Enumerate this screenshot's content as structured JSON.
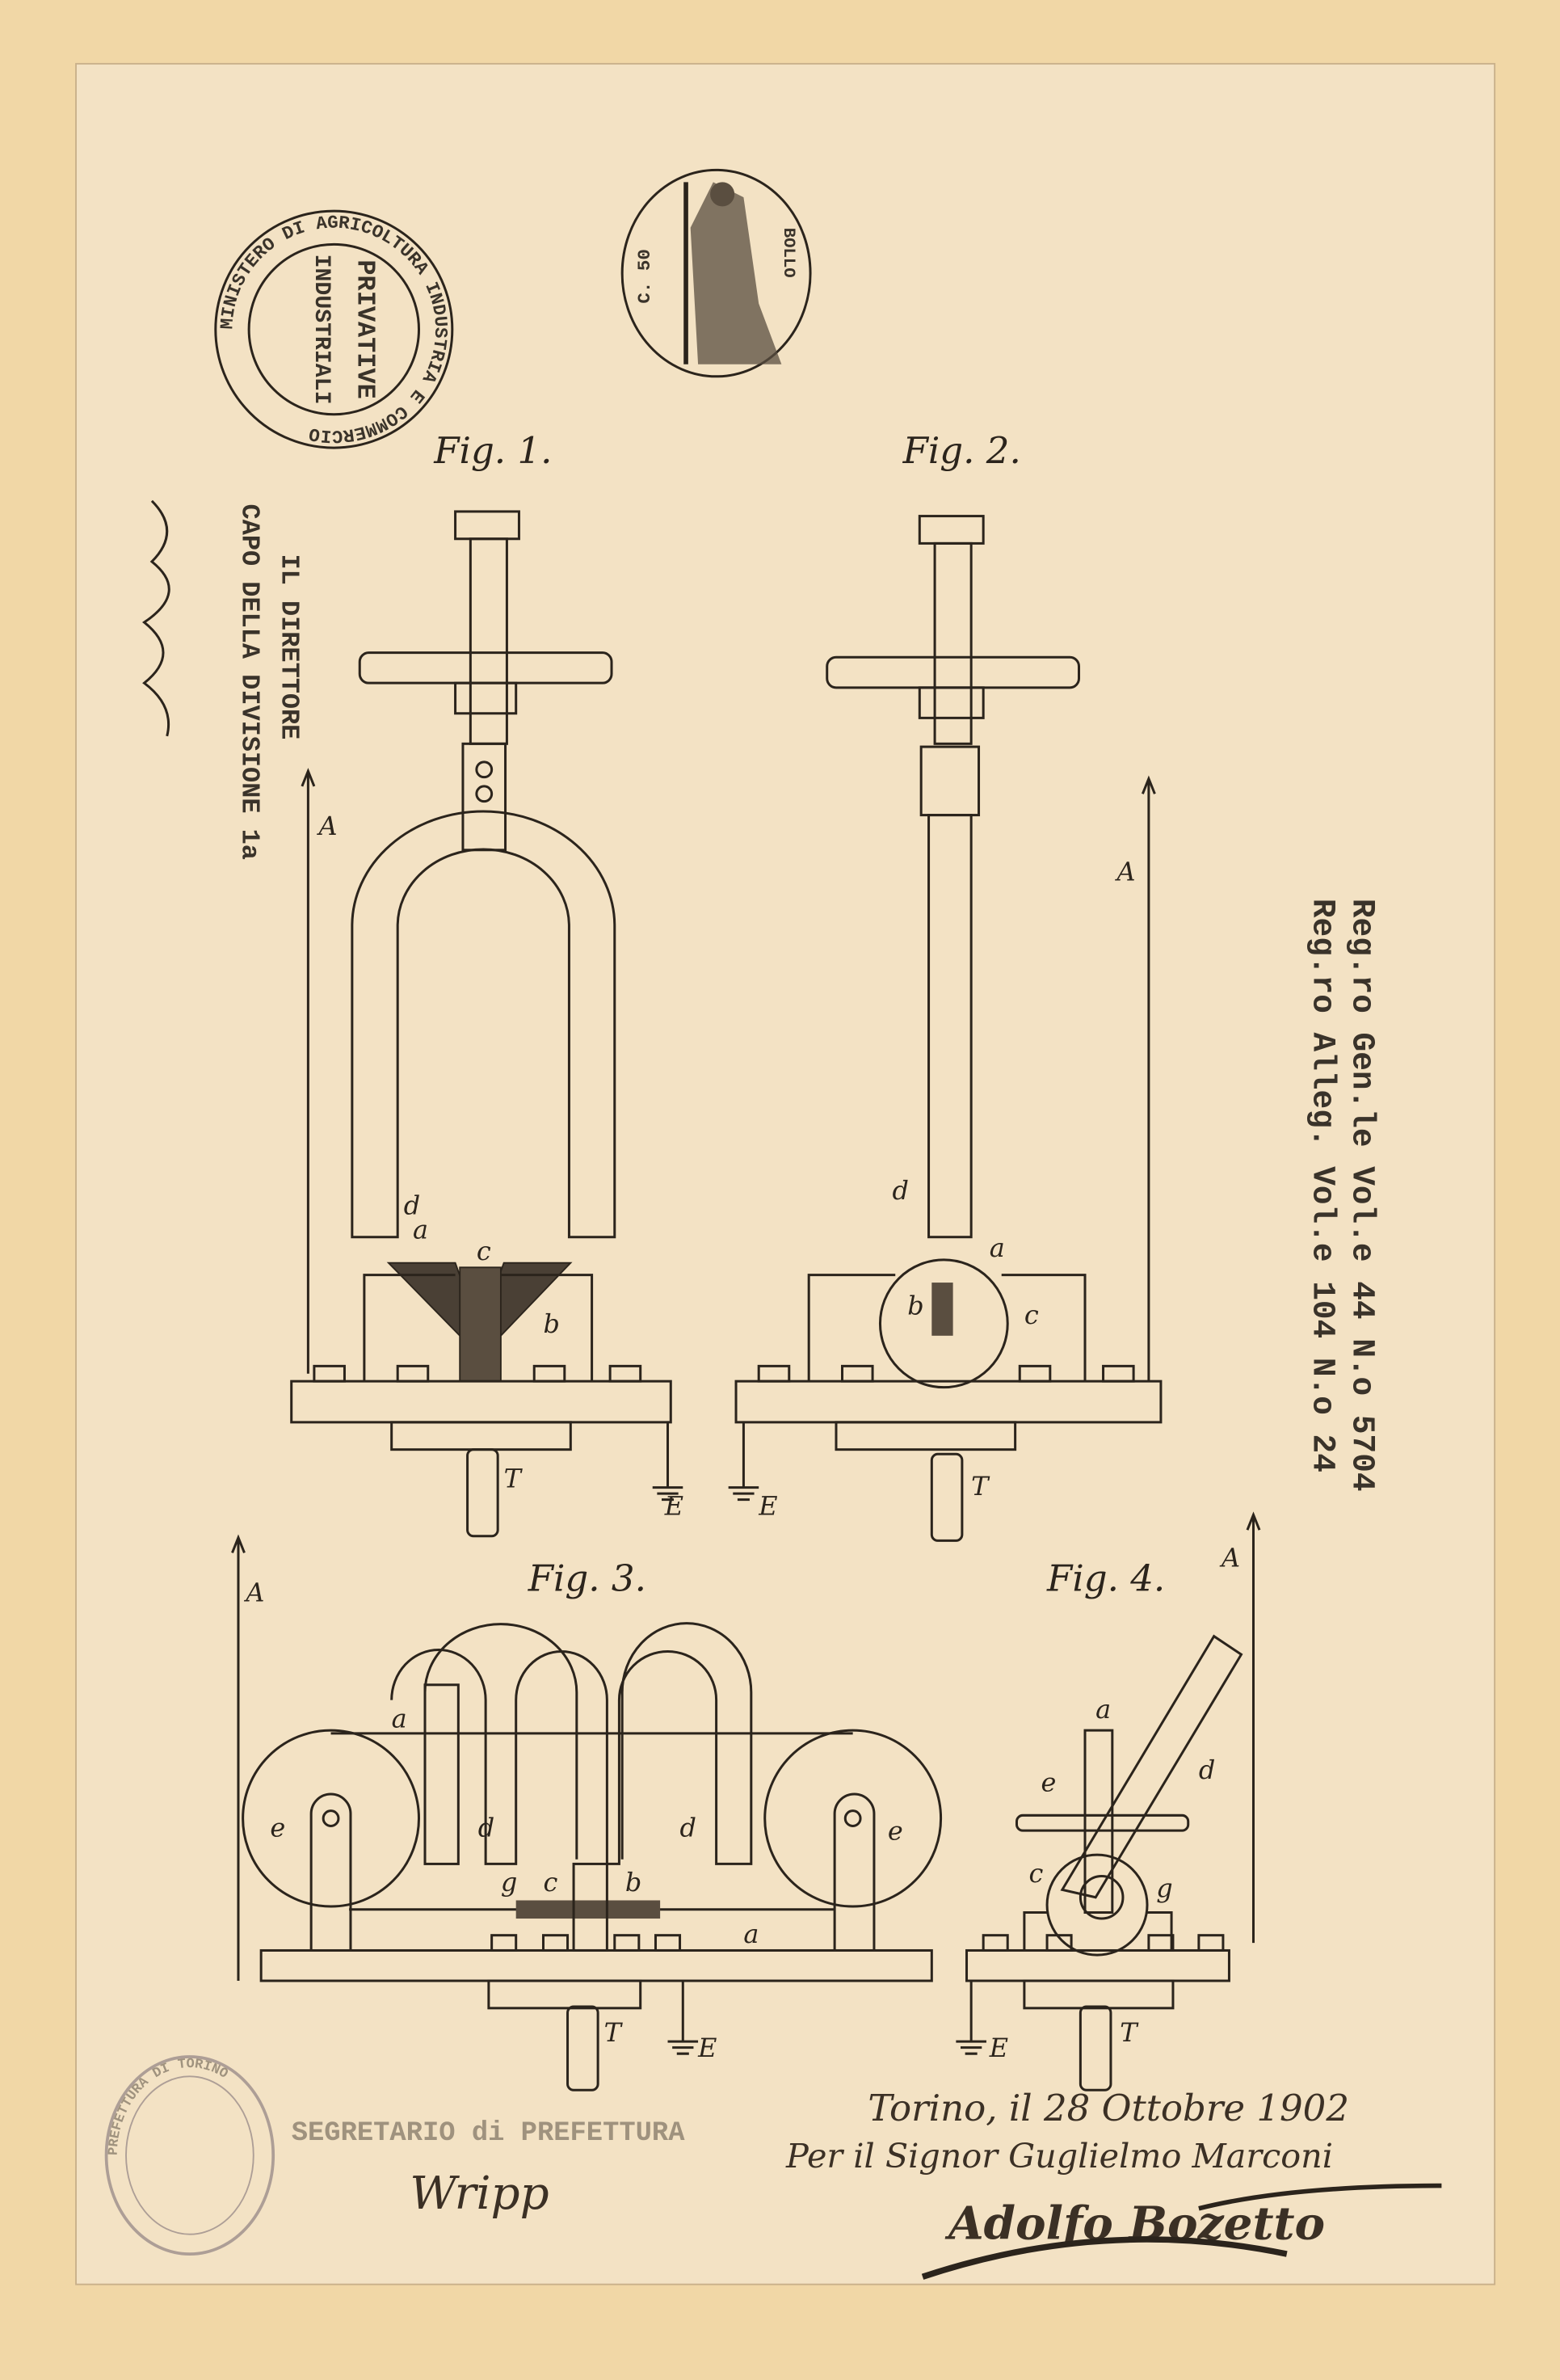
{
  "document": {
    "ministry_stamp": {
      "ring_text": "MINISTERO DI AGRICOLTURA INDUSTRIA E COMMERCIO",
      "center_line_1": "PRIVATIVE",
      "center_line_2": "INDUSTRIALI"
    },
    "revenue_stamp": {
      "value": "C. 50",
      "side_text": "BOLLO"
    },
    "director_stamp": {
      "line_1": "IL DIRETTORE",
      "line_2": "CAPO DELLA DIVISIONE 1a"
    },
    "registry_stamp": {
      "line_1": "Reg.ro Gen.le Vol.e 44 N.o 5704",
      "line_2": "Reg.ro Alleg. Vol.e 104 N.o 24"
    },
    "prefecture_stamp": {
      "text": "SEGRETARIO di PREFETTURA",
      "seal_text": "PREFETTURA DI TORINO"
    },
    "figures": [
      {
        "title": "Fig. 1.",
        "labels": [
          "A",
          "a",
          "b",
          "c",
          "d",
          "T",
          "E"
        ]
      },
      {
        "title": "Fig. 2.",
        "labels": [
          "A",
          "a",
          "b",
          "c",
          "d",
          "T",
          "E"
        ]
      },
      {
        "title": "Fig. 3.",
        "labels": [
          "A",
          "a",
          "a",
          "b",
          "c",
          "d",
          "d",
          "e",
          "e",
          "g",
          "T",
          "E"
        ]
      },
      {
        "title": "Fig. 4.",
        "labels": [
          "A",
          "a",
          "c",
          "d",
          "e",
          "g",
          "T",
          "E"
        ]
      }
    ],
    "signature_block": {
      "place_date": "Torino, il 28 Ottobre 1902",
      "on_behalf": "Per il Signor Guglielmo Marconi",
      "signature": "Adolfo Bozetto"
    },
    "secretary_signature": "Wripp"
  }
}
